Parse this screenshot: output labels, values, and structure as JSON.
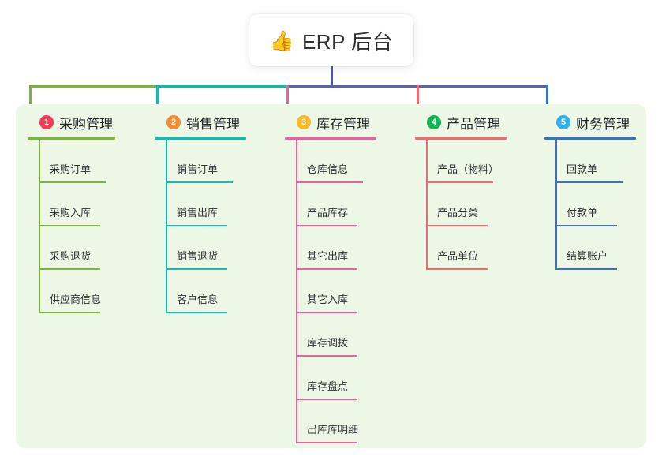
{
  "root": {
    "icon": "thumbs-up-icon",
    "emoji": "👍",
    "label": "ERP 后台"
  },
  "panel": {
    "background": "#ecf7e6"
  },
  "connector": {
    "stem_color": "#4a56a8",
    "bus_segment_1_color": "#7cb342",
    "bus_segment_2_color": "#12b8a0",
    "bus_segment_3_color": "#5b63b5"
  },
  "columns": [
    {
      "index": "1",
      "title": "采购管理",
      "badge_color": "#ef3b57",
      "line_color": "#7cb342",
      "items": [
        {
          "label": "采购订单"
        },
        {
          "label": "采购入库"
        },
        {
          "label": "采购退货"
        },
        {
          "label": "供应商信息"
        }
      ]
    },
    {
      "index": "2",
      "title": "销售管理",
      "badge_color": "#f28a36",
      "line_color": "#13bcb0",
      "items": [
        {
          "label": "销售订单"
        },
        {
          "label": "销售出库"
        },
        {
          "label": "销售退货"
        },
        {
          "label": "客户信息"
        }
      ]
    },
    {
      "index": "3",
      "title": "库存管理",
      "badge_color": "#f6b927",
      "line_color": "#ee5fa0",
      "items": [
        {
          "label": "仓库信息"
        },
        {
          "label": "产品库存"
        },
        {
          "label": "其它出库"
        },
        {
          "label": "其它入库"
        },
        {
          "label": "库存调拨"
        },
        {
          "label": "库存盘点"
        },
        {
          "label": "出库库明细"
        }
      ]
    },
    {
      "index": "4",
      "title": "产品管理",
      "badge_color": "#19b256",
      "line_color": "#f4696b",
      "items": [
        {
          "label": "产品（物料）"
        },
        {
          "label": "产品分类"
        },
        {
          "label": "产品单位"
        }
      ]
    },
    {
      "index": "5",
      "title": "财务管理",
      "badge_color": "#33afe8",
      "line_color": "#3d6fc4",
      "items": [
        {
          "label": "回款单"
        },
        {
          "label": "付款单"
        },
        {
          "label": "结算账户"
        }
      ]
    }
  ]
}
